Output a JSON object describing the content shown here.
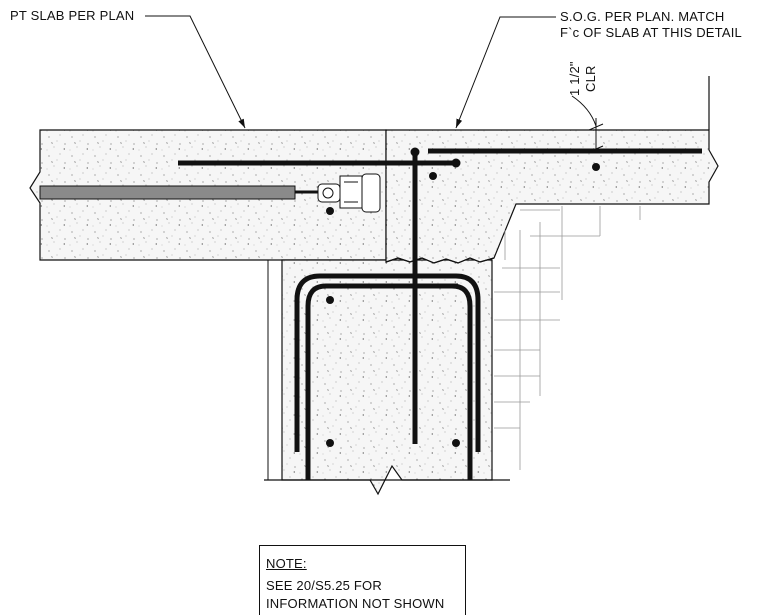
{
  "labels": {
    "pt_slab": "PT SLAB PER PLAN",
    "sog_line1": "S.O.G. PER PLAN. MATCH",
    "sog_line2": "F`c OF SLAB AT THIS DETAIL",
    "clear_cover": "1 1/2\"",
    "clear_cover_abbrev": "CLR"
  },
  "note": {
    "title": "NOTE:",
    "line1": "SEE 20/S5.25 FOR",
    "line2": "INFORMATION NOT SHOWN"
  },
  "colors": {
    "line": "#111111",
    "concrete_fill": "#f4f4f4",
    "tendon": "#8a8a8a"
  }
}
